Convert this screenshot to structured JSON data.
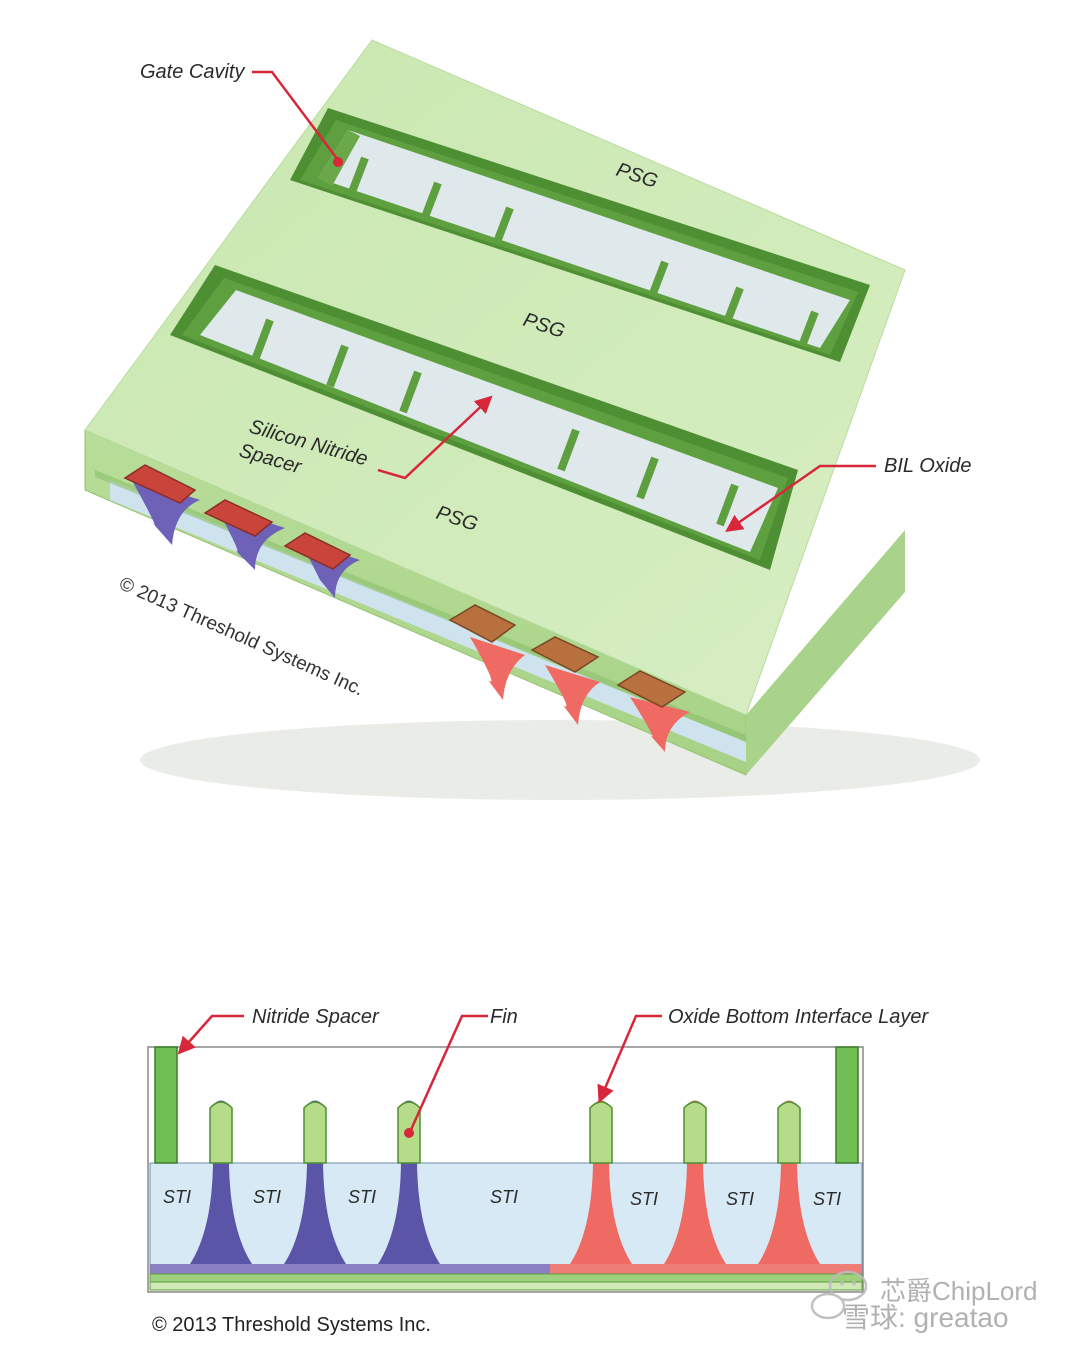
{
  "top_figure": {
    "callouts": {
      "gate_cavity": "Gate Cavity",
      "spacer_line1": "Silicon Nitride",
      "spacer_line2": "Spacer",
      "bil_oxide": "BIL Oxide"
    },
    "psg_labels": [
      "PSG",
      "PSG",
      "PSG"
    ],
    "copyright": "© 2013 Threshold Systems Inc."
  },
  "bottom_figure": {
    "callouts": {
      "nitride_spacer": "Nitride Spacer",
      "fin": "Fin",
      "oxide_bil": "Oxide Bottom Interface Layer"
    },
    "sti_labels": [
      "STI",
      "STI",
      "STI",
      "STI",
      "STI",
      "STI",
      "STI"
    ],
    "copyright": "© 2013 Threshold Systems Inc."
  },
  "watermark": {
    "line1": "芯爵ChipLord",
    "line2": "雪球: greatao"
  },
  "colors": {
    "psg_green": "#cde9b4",
    "wall_green": "#6fae4c",
    "sti_blue": "#d6e9f5",
    "fin_blue": "#5b55a8",
    "fin_red": "#ee6a62",
    "callout_red": "#d8263a"
  }
}
